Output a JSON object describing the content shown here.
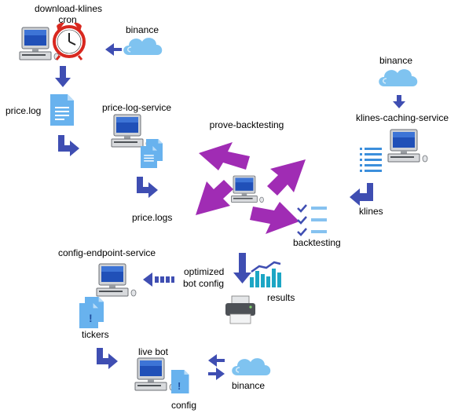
{
  "labels": {
    "download_klines": "download-klines",
    "cron": "cron",
    "binance_top": "binance",
    "price_log": "price.log",
    "price_log_service": "price-log-service",
    "prove_backtesting": "prove-backtesting",
    "binance_right": "binance",
    "klines_caching_service": "klines-caching-service",
    "price_logs": "price.logs",
    "klines": "klines",
    "backtesting": "backtesting",
    "config_endpoint_service": "config-endpoint-service",
    "optimized_line1": "optimized",
    "optimized_line2": "bot config",
    "results": "results",
    "tickers": "tickers",
    "live_bot": "live bot",
    "binance_bottom": "binance",
    "config": "config"
  },
  "colors": {
    "arrow_blue": "#3f4eb2",
    "cycle_purple": "#a02cb4",
    "cloud_blue": "#7fc3f0",
    "doc_blue": "#68b2ee",
    "chart_teal": "#1ca6c4"
  },
  "icons": [
    "computer-icon",
    "alarm-clock-icon",
    "cloud-icon",
    "document-icon",
    "checklist-icon",
    "bar-chart-icon",
    "printer-icon",
    "list-icon"
  ]
}
